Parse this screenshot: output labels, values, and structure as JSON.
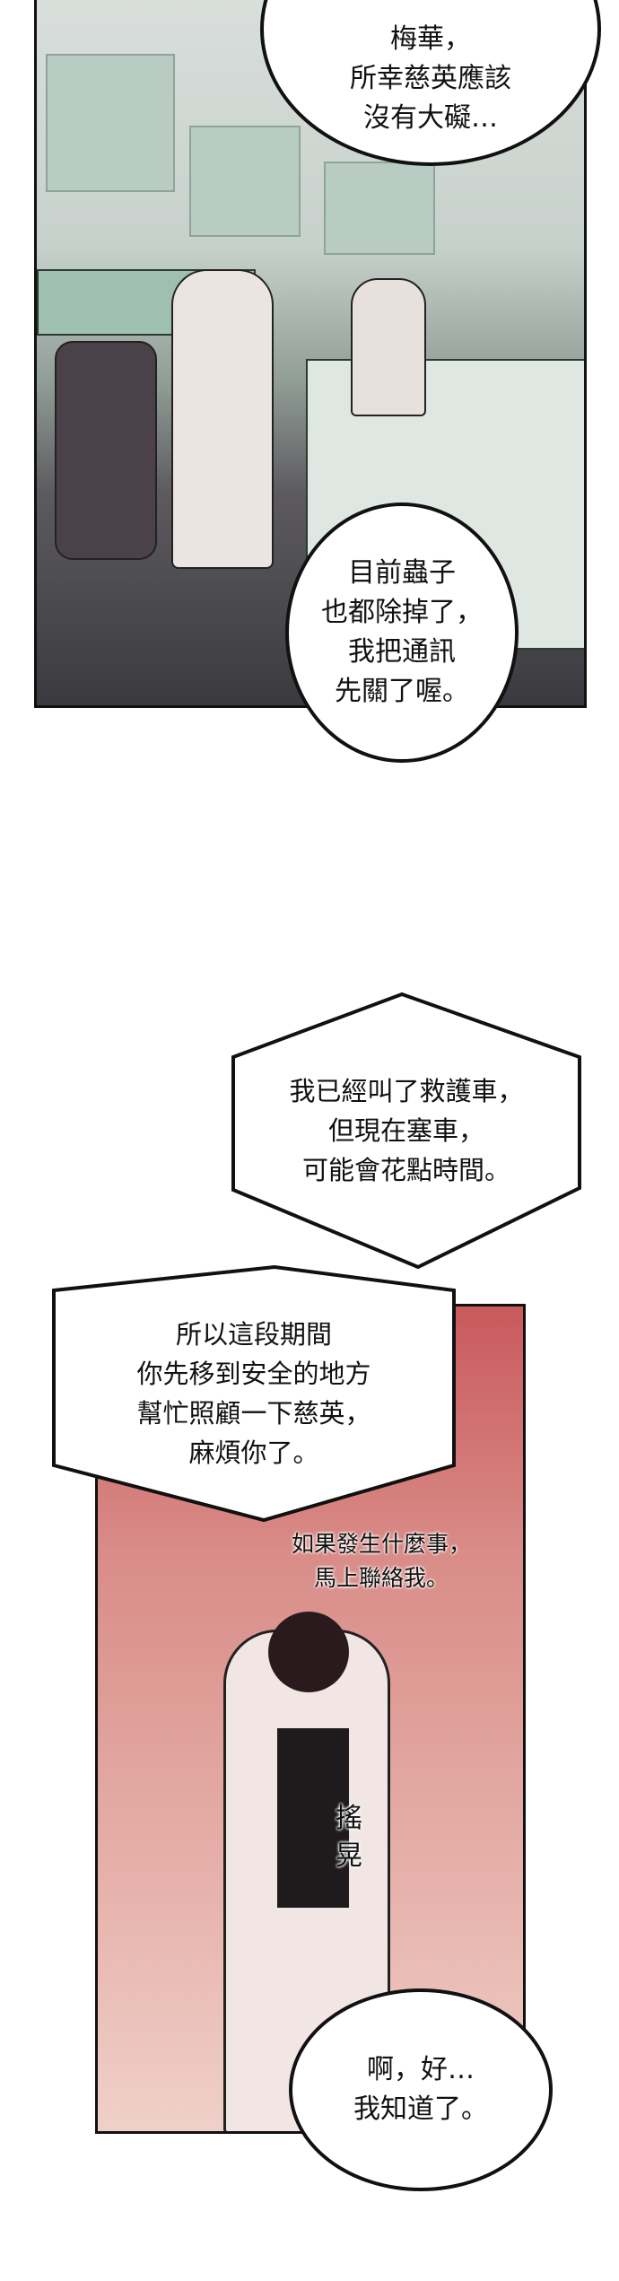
{
  "panels": {
    "office": {
      "bubble_top": {
        "lines": [
          "梅華，",
          "所幸慈英應該",
          "沒有大礙…"
        ]
      },
      "bubble_bottom": {
        "lines": [
          "目前蟲子",
          "也都除掉了，",
          "我把通訊",
          "先關了喔。"
        ]
      }
    },
    "hex_bubbles": [
      {
        "lines": [
          "我已經叫了救護車，",
          "但現在塞車，",
          "可能會花點時間。"
        ]
      },
      {
        "lines": [
          "所以這段期間",
          "你先移到安全的地方",
          "幫忙照顧一下慈英，",
          "麻煩你了。"
        ]
      }
    ],
    "street": {
      "whisper": {
        "lines": [
          "如果發生什麼事，",
          "馬上聯絡我。"
        ]
      },
      "sfx_sway": [
        "搖",
        "晃"
      ],
      "bubble_reply": {
        "lines": [
          "啊，好…",
          "我知道了。"
        ]
      },
      "background_color": "#d98c88"
    }
  }
}
